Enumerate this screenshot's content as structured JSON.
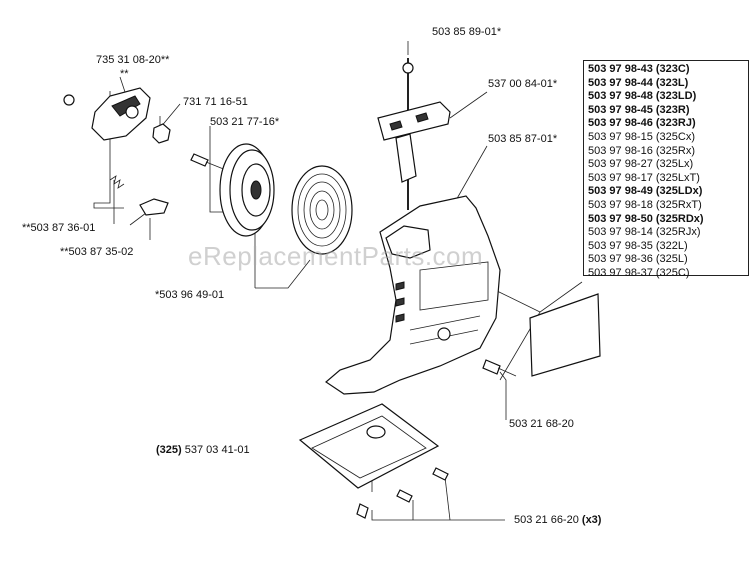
{
  "watermark": "eReplacementParts.com",
  "labels": {
    "l1": "735 31 08-20**",
    "l2": "**",
    "l3": "731 71 16-51",
    "l4": "503 21 77-16*",
    "l5": "**503 87 36-01",
    "l6": "**503 87 35-02",
    "l7": "*503 96 49-01",
    "l8": "503 85 89-01*",
    "l9": "537 00 84-01*",
    "l10": "503 85 87-01*",
    "l11": "503 21 68-20",
    "l12_prefix": "(325)",
    "l12": "537 03 41-01",
    "l13": "503 21 66-20",
    "l13_suffix": "(x3)"
  },
  "model_list": [
    {
      "text": "503 97 98-43 (323C)",
      "bold": true
    },
    {
      "text": "503 97 98-44 (323L)",
      "bold": true
    },
    {
      "text": "503 97 98-48 (323LD)",
      "bold": true
    },
    {
      "text": "503 97 98-45 (323R)",
      "bold": true
    },
    {
      "text": "503 97 98-46 (323RJ)",
      "bold": true
    },
    {
      "text": "503 97 98-15 (325Cx)",
      "bold": false
    },
    {
      "text": "503 97 98-16 (325Rx)",
      "bold": false
    },
    {
      "text": "503 97 98-27 (325Lx)",
      "bold": false
    },
    {
      "text": "503 97 98-17 (325LxT)",
      "bold": false
    },
    {
      "text": "503 97 98-49 (325LDx)",
      "bold": true
    },
    {
      "text": "503 97 98-18 (325RxT)",
      "bold": false
    },
    {
      "text": "503 97 98-50 (325RDx)",
      "bold": true
    },
    {
      "text": "503 97 98-14 (325RJx)",
      "bold": false
    },
    {
      "text": "503 97 98-35 (322L)",
      "bold": false
    },
    {
      "text": "503 97 98-36 (325L)",
      "bold": false
    },
    {
      "text": "503 97 98-37 (325C)",
      "bold": false
    }
  ]
}
